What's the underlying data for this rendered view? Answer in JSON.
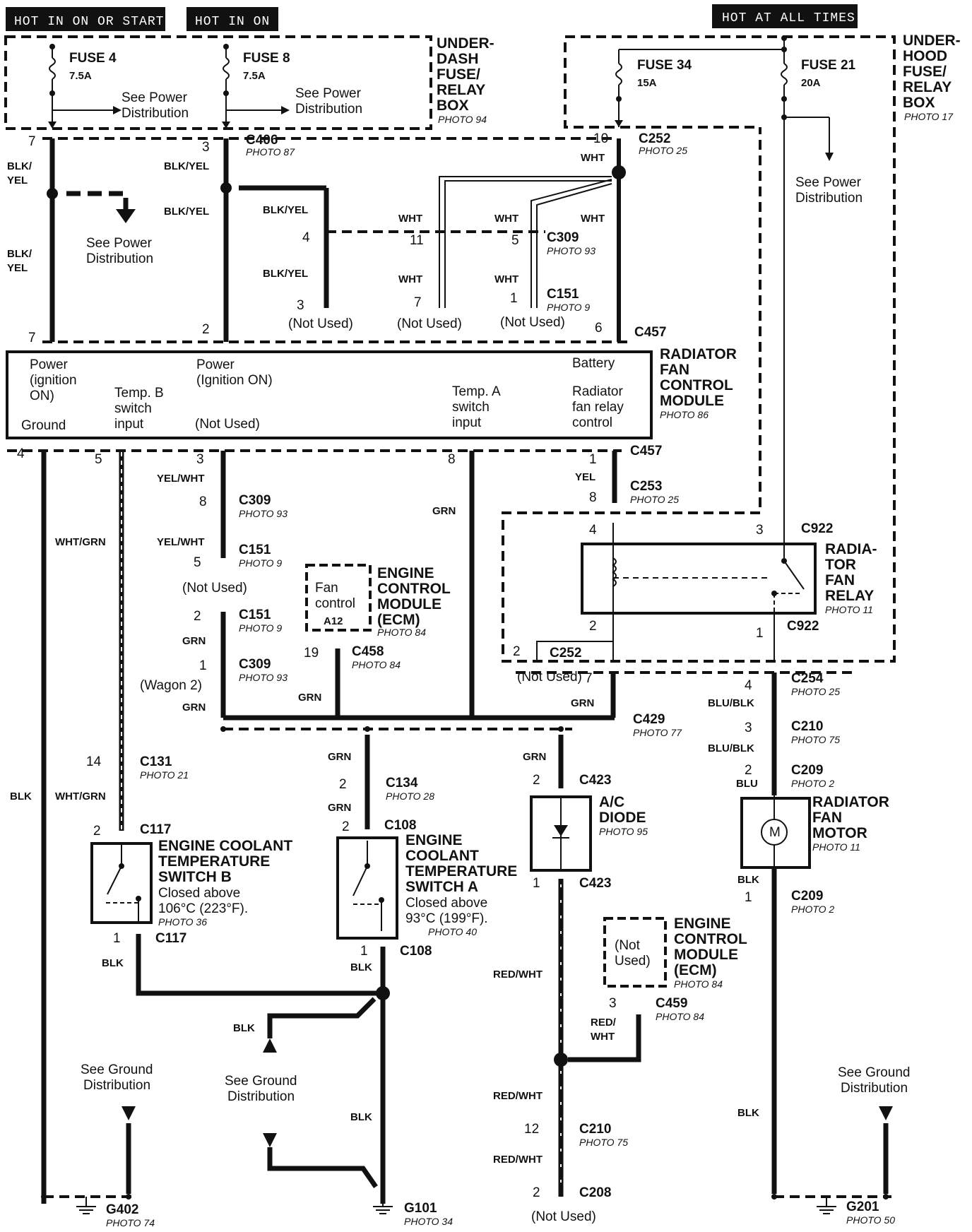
{
  "hot_labels": {
    "hot_on_start": "HOT IN ON OR START",
    "hot_on": "HOT IN ON",
    "hot_all": "HOT AT ALL TIMES"
  },
  "fuses": {
    "fuse4": {
      "name": "FUSE 4",
      "rating": "7.5A"
    },
    "fuse8": {
      "name": "FUSE 8",
      "rating": "7.5A"
    },
    "fuse34": {
      "name": "FUSE 34",
      "rating": "15A"
    },
    "fuse21": {
      "name": "FUSE 21",
      "rating": "20A"
    }
  },
  "boxes": {
    "under_dash": {
      "line1": "UNDER-",
      "line2": "DASH",
      "line3": "FUSE/",
      "line4": "RELAY",
      "line5": "BOX",
      "photo": "PHOTO 94"
    },
    "under_hood": {
      "line1": "UNDER-",
      "line2": "HOOD",
      "line3": "FUSE/",
      "line4": "RELAY",
      "line5": "BOX",
      "photo": "PHOTO 17"
    }
  },
  "refs": {
    "see_power_1": "See Power",
    "see_power_2": "Distribution",
    "see_ground_1": "See Ground",
    "see_ground_2": "Distribution"
  },
  "connectors": {
    "c406": {
      "name": "C406",
      "photo": "PHOTO 87"
    },
    "c252": {
      "name": "C252",
      "photo": "PHOTO 25"
    },
    "c309": {
      "name": "C309",
      "photo": "PHOTO 93"
    },
    "c151": {
      "name": "C151",
      "photo": "PHOTO 9"
    },
    "c457": {
      "name": "C457"
    },
    "c253": {
      "name": "C253",
      "photo": "PHOTO 25"
    },
    "c922": {
      "name": "C922"
    },
    "c458": {
      "name": "C458",
      "photo": "PHOTO 84"
    },
    "c254": {
      "name": "C254",
      "photo": "PHOTO 25"
    },
    "c429": {
      "name": "C429",
      "photo": "PHOTO 77"
    },
    "c210": {
      "name": "C210",
      "photo": "PHOTO 75"
    },
    "c209": {
      "name": "C209",
      "photo": "PHOTO 2"
    },
    "c131": {
      "name": "C131",
      "photo": "PHOTO 21"
    },
    "c134": {
      "name": "C134",
      "photo": "PHOTO 28"
    },
    "c423": {
      "name": "C423"
    },
    "c117": {
      "name": "C117"
    },
    "c108": {
      "name": "C108"
    },
    "c459": {
      "name": "C459",
      "photo": "PHOTO 84"
    },
    "c208": {
      "name": "C208"
    }
  },
  "wire_colors": {
    "blk_yel": "BLK/YEL",
    "blk_yel_split_1": "BLK/",
    "blk_yel_split_2": "YEL",
    "wht": "WHT",
    "yel": "YEL",
    "yel_wht": "YEL/WHT",
    "grn": "GRN",
    "wht_grn": "WHT/GRN",
    "blk": "BLK",
    "blu_blk": "BLU/BLK",
    "blu": "BLU",
    "red_wht": "RED/WHT",
    "red_wht_1": "RED/",
    "red_wht_2": "WHT"
  },
  "not_used": "(Not Used)",
  "wagon2": "(Wagon 2)",
  "module": {
    "title": [
      "RADIATOR",
      "FAN",
      "CONTROL",
      "MODULE"
    ],
    "photo": "PHOTO 86",
    "power1": [
      "Power",
      "(ignition",
      "ON)"
    ],
    "ground": "Ground",
    "tempb": [
      "Temp. B",
      "switch",
      "input"
    ],
    "power2": [
      "Power",
      "(Ignition ON)"
    ],
    "notused": "(Not Used)",
    "tempa": [
      "Temp. A",
      "switch",
      "input"
    ],
    "battery": "Battery",
    "relay": [
      "Radiator",
      "fan relay",
      "control"
    ]
  },
  "relay": {
    "title": [
      "RADIA-",
      "TOR",
      "FAN",
      "RELAY"
    ],
    "photo": "PHOTO 11"
  },
  "ecm1": {
    "title": [
      "ENGINE",
      "CONTROL",
      "MODULE",
      "(ECM)"
    ],
    "photo": "PHOTO 84",
    "inner": [
      "Fan",
      "control"
    ],
    "pin": "A12"
  },
  "ecm2": {
    "title": [
      "ENGINE",
      "CONTROL",
      "MODULE",
      "(ECM)"
    ],
    "photo": "PHOTO 84",
    "inner": [
      "(Not",
      "Used)"
    ]
  },
  "switch_b": {
    "title": [
      "ENGINE COOLANT",
      "TEMPERATURE",
      "SWITCH B"
    ],
    "desc": [
      "Closed above",
      "106°C (223°F)."
    ],
    "photo": "PHOTO 36"
  },
  "switch_a": {
    "title": [
      "ENGINE",
      "COOLANT",
      "TEMPERATURE",
      "SWITCH A"
    ],
    "desc": [
      "Closed above",
      "93°C (199°F)."
    ],
    "photo": "PHOTO 40"
  },
  "diode": {
    "title": [
      "A/C",
      "DIODE"
    ],
    "photo": "PHOTO 95"
  },
  "motor": {
    "title": [
      "RADIATOR",
      "FAN",
      "MOTOR"
    ],
    "photo": "PHOTO 11",
    "symbol": "M"
  },
  "grounds": {
    "g402": {
      "name": "G402",
      "photo": "PHOTO 74"
    },
    "g101": {
      "name": "G101",
      "photo": "PHOTO 34"
    },
    "g201": {
      "name": "G201",
      "photo": "PHOTO 50"
    }
  },
  "pins": {
    "p1": "1",
    "p2": "2",
    "p3": "3",
    "p4": "4",
    "p5": "5",
    "p6": "6",
    "p7": "7",
    "p8": "8",
    "p10": "10",
    "p11": "11",
    "p12": "12",
    "p14": "14",
    "p19": "19"
  }
}
